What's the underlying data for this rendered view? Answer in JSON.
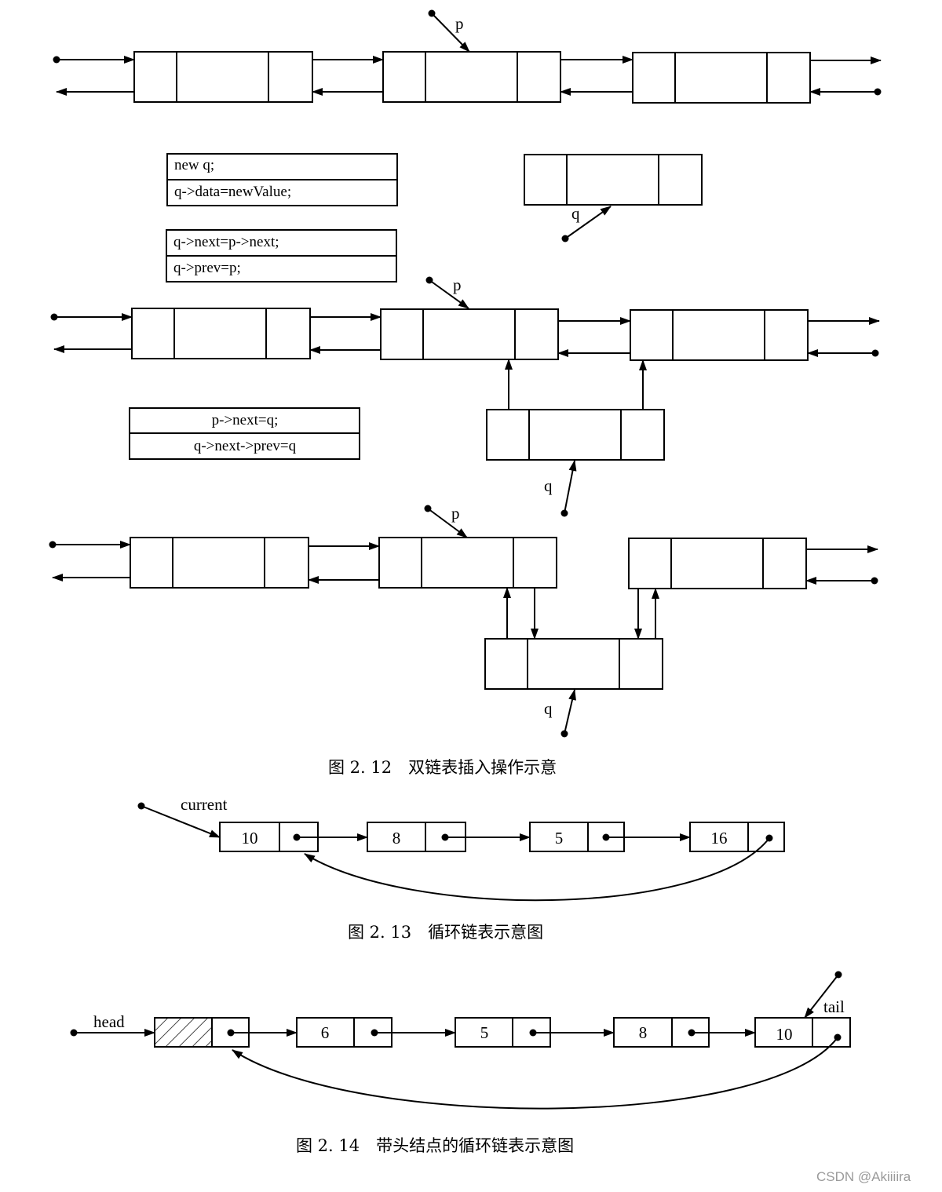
{
  "figure_2_12": {
    "caption": "图 2. 12　双链表插入操作示意",
    "pointer_p": "p",
    "pointer_q": "q",
    "code_step1": [
      "new q;",
      "q->data=newValue;"
    ],
    "code_step2": [
      "q->next=p->next;",
      "q->prev=p;"
    ],
    "code_step3": [
      "p->next=q;",
      "q->next->prev=q"
    ]
  },
  "figure_2_13": {
    "caption": "图 2. 13　循环链表示意图",
    "pointer_label": "current",
    "nodes": [
      "10",
      "8",
      "5",
      "16"
    ]
  },
  "figure_2_14": {
    "caption": "图 2. 14　带头结点的循环链表示意图",
    "head_label": "head",
    "tail_label": "tail",
    "nodes": [
      "6",
      "5",
      "8",
      "10"
    ]
  },
  "watermark": "CSDN @Akiiiira"
}
